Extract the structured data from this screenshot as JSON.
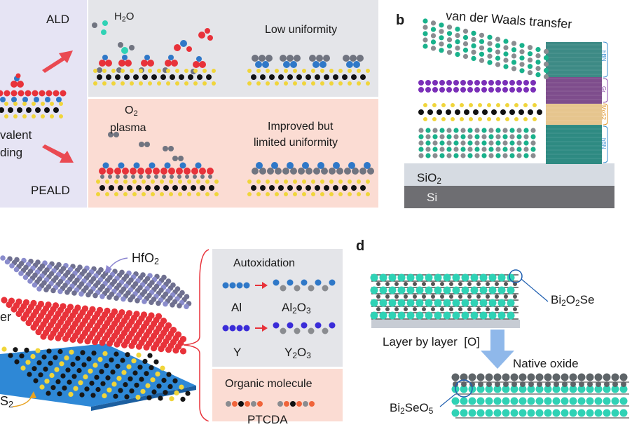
{
  "panel_a": {
    "ald_label": "ALD",
    "peald_label": "PEALD",
    "covalent_text": "valent",
    "bonding_text": "ding",
    "h2o_main": "H",
    "h2o_sub": "2",
    "h2o_end": "O",
    "low_uniformity": "Low uniformity",
    "o2_main": "O",
    "o2_sub": "2",
    "plasma": "plasma",
    "improved_line1": "Improved but",
    "improved_line2": "limited uniformity"
  },
  "panel_b": {
    "letter": "b",
    "vdw_title": "van der Waals transfer",
    "sio2_main": "SiO",
    "sio2_sub": "2",
    "si": "Si",
    "side_labels": [
      "hBN",
      "Gr",
      "MoS2",
      "hBN"
    ]
  },
  "panel_c": {
    "hfo2_main": "HfO",
    "hfo2_sub": "2",
    "left_cut_er": "er",
    "left_cut_s2": "S",
    "left_cut_s2_sub": "2",
    "autoxidation_title": "Autoxidation",
    "al": "Al",
    "al2o3": [
      "Al",
      "2",
      "O",
      "3"
    ],
    "y": "Y",
    "y2o3": [
      "Y",
      "2",
      "O",
      "3"
    ],
    "organic_title": "Organic molecule",
    "ptcda": "PTCDA"
  },
  "panel_d": {
    "letter": "d",
    "bi2o2se": [
      "Bi",
      "2",
      "O",
      "2",
      "Se"
    ],
    "layer_by_layer": "Layer by layer  [O]",
    "native_oxide": "Native oxide",
    "bi2seo5": [
      "Bi",
      "2",
      "SeO",
      "5"
    ]
  },
  "colors": {
    "panel_a_left_bg": "#e6e4f4",
    "ald_bg": "#e4e5e9",
    "peald_bg": "#fbdcd3",
    "red_atom": "#e8323a",
    "blue_atom": "#2f78c8",
    "grey_atom": "#707480",
    "yellow_atom": "#f0d53a",
    "teal_atom": "#19b28c",
    "purple_atom": "#7a2fb8",
    "cyan_atom": "#2fd2b5",
    "arrow_red": "#ea4a52"
  }
}
